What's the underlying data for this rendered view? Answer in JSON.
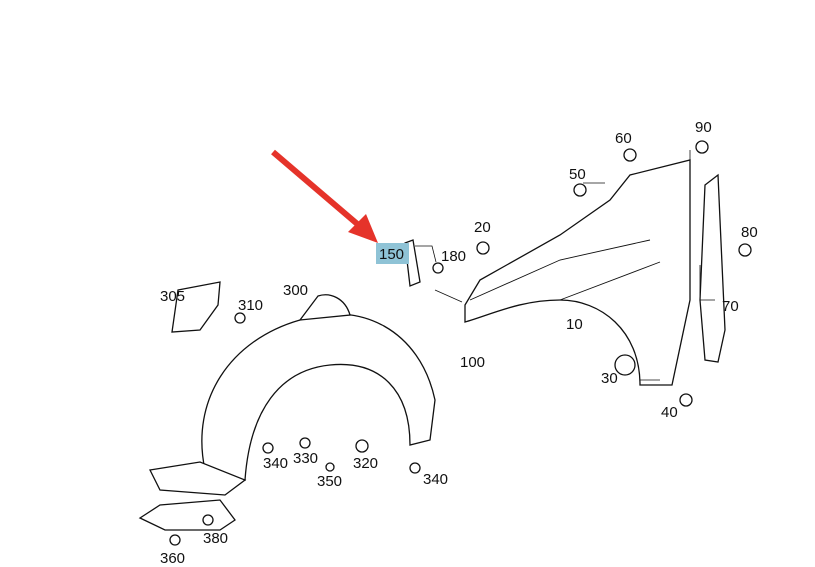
{
  "diagram": {
    "highlight_color": "#8fc3d6",
    "pointer_color": "#e5332a",
    "highlighted_part": "150",
    "labels": [
      {
        "id": "60",
        "text": "60"
      },
      {
        "id": "90",
        "text": "90"
      },
      {
        "id": "50",
        "text": "50"
      },
      {
        "id": "20",
        "text": "20"
      },
      {
        "id": "150",
        "text": "150"
      },
      {
        "id": "180",
        "text": "180"
      },
      {
        "id": "80",
        "text": "80"
      },
      {
        "id": "300",
        "text": "300"
      },
      {
        "id": "305",
        "text": "305"
      },
      {
        "id": "310",
        "text": "310"
      },
      {
        "id": "10",
        "text": "10"
      },
      {
        "id": "70",
        "text": "70"
      },
      {
        "id": "100",
        "text": "100"
      },
      {
        "id": "30",
        "text": "30"
      },
      {
        "id": "40",
        "text": "40"
      },
      {
        "id": "340a",
        "text": "340"
      },
      {
        "id": "330",
        "text": "330"
      },
      {
        "id": "320",
        "text": "320"
      },
      {
        "id": "350",
        "text": "350"
      },
      {
        "id": "340b",
        "text": "340"
      },
      {
        "id": "360",
        "text": "360"
      },
      {
        "id": "380",
        "text": "380"
      }
    ]
  }
}
